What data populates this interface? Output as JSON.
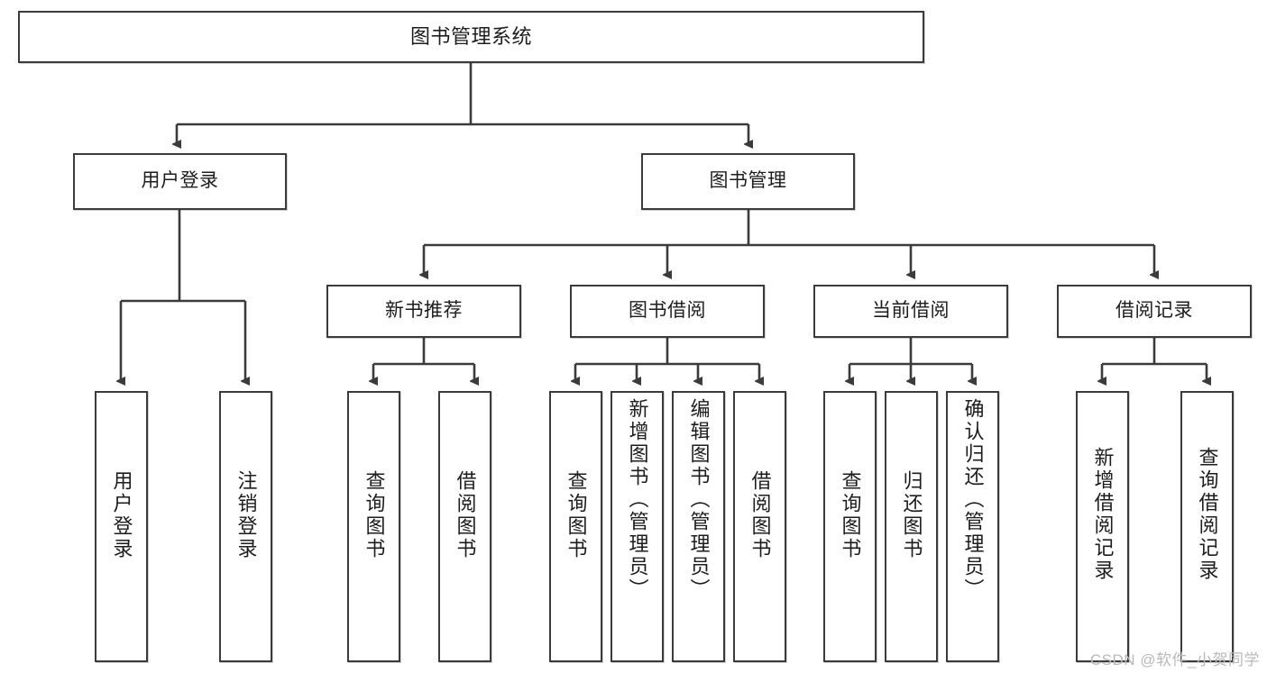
{
  "diagram": {
    "type": "tree-hierarchy",
    "title": "图书管理系统",
    "levels": {
      "root": {
        "label": "图书管理系统"
      },
      "level2": [
        {
          "id": "user-login",
          "label": "用户登录"
        },
        {
          "id": "book-management",
          "label": "图书管理"
        }
      ],
      "level3": [
        {
          "id": "new-book-recommend",
          "label": "新书推荐",
          "parent": "book-management"
        },
        {
          "id": "book-borrow",
          "label": "图书借阅",
          "parent": "book-management"
        },
        {
          "id": "current-borrow",
          "label": "当前借阅",
          "parent": "book-management"
        },
        {
          "id": "borrow-record",
          "label": "借阅记录",
          "parent": "book-management"
        }
      ],
      "leaves": [
        {
          "id": "leaf-user-login",
          "label": "用户登录",
          "parent": "user-login"
        },
        {
          "id": "leaf-logout-login",
          "label": "注销登录",
          "parent": "user-login"
        },
        {
          "id": "leaf-query-book-1",
          "label": "查询图书",
          "parent": "new-book-recommend"
        },
        {
          "id": "leaf-borrow-book-1",
          "label": "借阅图书",
          "parent": "new-book-recommend"
        },
        {
          "id": "leaf-query-book-2",
          "label": "查询图书",
          "parent": "book-borrow"
        },
        {
          "id": "leaf-add-book",
          "label": "新增图书（管理员）",
          "parent": "book-borrow"
        },
        {
          "id": "leaf-edit-book",
          "label": "编辑图书（管理员）",
          "parent": "book-borrow"
        },
        {
          "id": "leaf-borrow-book-2",
          "label": "借阅图书",
          "parent": "book-borrow"
        },
        {
          "id": "leaf-query-book-3",
          "label": "查询图书",
          "parent": "current-borrow"
        },
        {
          "id": "leaf-return-book",
          "label": "归还图书",
          "parent": "current-borrow"
        },
        {
          "id": "leaf-confirm-return",
          "label": "确认归还（管理员）",
          "parent": "current-borrow"
        },
        {
          "id": "leaf-add-record",
          "label": "新增借阅记录",
          "parent": "borrow-record"
        },
        {
          "id": "leaf-query-record",
          "label": "查询借阅记录",
          "parent": "borrow-record"
        }
      ]
    },
    "colors": {
      "border": "#3b3b3b",
      "fill": "#ffffff",
      "text": "#1d1d1d",
      "watermark": "#b9b9b9"
    }
  },
  "watermark": {
    "text": "CSDN @软件_小贺同学"
  }
}
